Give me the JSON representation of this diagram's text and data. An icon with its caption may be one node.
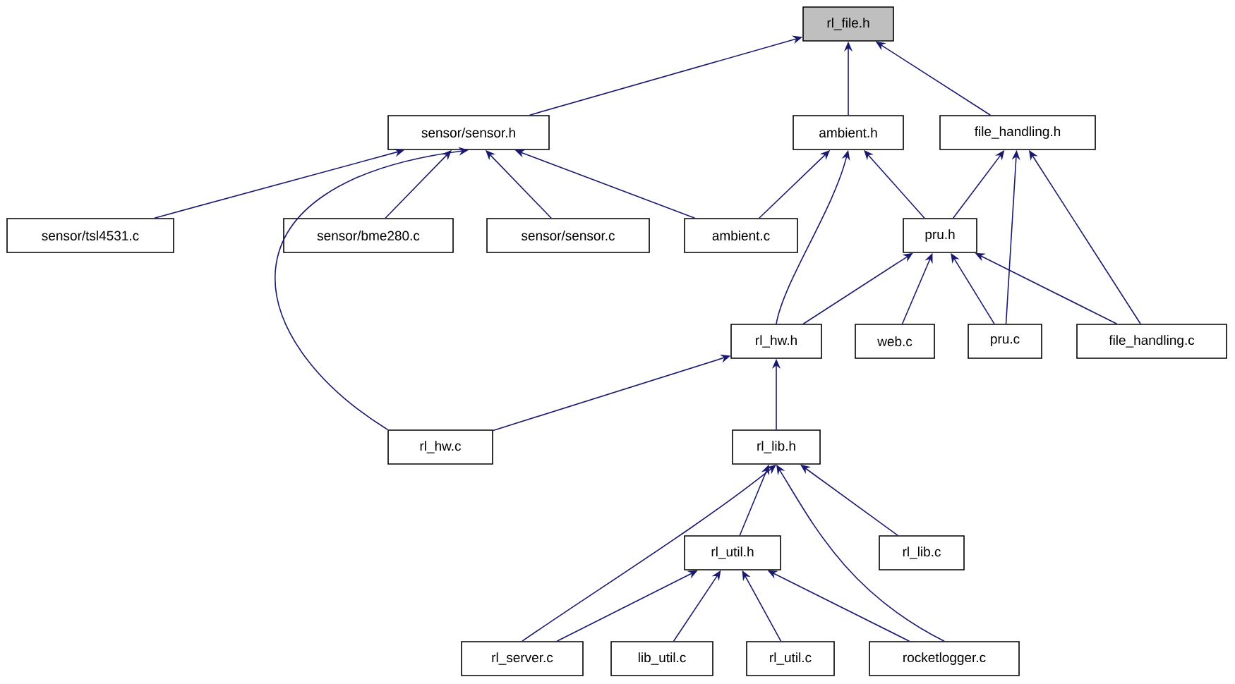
{
  "diagram": {
    "nodes": [
      {
        "text": [
          "rl_file.h"
        ]
      },
      {
        "text": [
          "sensor/sensor.h"
        ]
      },
      {
        "text": [
          "ambient.h"
        ]
      },
      {
        "text": [
          "file_handling.h"
        ]
      },
      {
        "text": [
          "sensor/tsl4531.c"
        ]
      },
      {
        "text": [
          "sensor/bme280.c"
        ]
      },
      {
        "text": [
          "sensor/sensor.c"
        ]
      },
      {
        "text": [
          "ambient.c"
        ]
      },
      {
        "text": [
          "pru.h"
        ]
      },
      {
        "text": [
          "rl_hw.h"
        ]
      },
      {
        "text": [
          "web.c"
        ]
      },
      {
        "text": [
          "pru.c"
        ]
      },
      {
        "text": [
          "file_handling.c"
        ]
      },
      {
        "text": [
          "rl_hw.c"
        ]
      },
      {
        "text": [
          "rl_lib.h"
        ]
      },
      {
        "text": [
          "rl_lib.c"
        ]
      },
      {
        "text": [
          "rl_util.h"
        ]
      },
      {
        "text": [
          "rl_server.c"
        ]
      },
      {
        "text": [
          "lib_util.c"
        ]
      },
      {
        "text": [
          "rl_util.c"
        ]
      },
      {
        "text": [
          "rocketlogger.c"
        ]
      }
    ],
    "edges": [
      {
        "from": 1,
        "to": 0,
        "arrow": "to"
      },
      {
        "from": 2,
        "to": 0,
        "arrow": "to"
      },
      {
        "from": 3,
        "to": 0,
        "arrow": "to"
      },
      {
        "from": 4,
        "to": 1,
        "arrow": "to"
      },
      {
        "from": 5,
        "to": 1,
        "arrow": "to"
      },
      {
        "from": 6,
        "to": 1,
        "arrow": "to"
      },
      {
        "from": 7,
        "to": 1,
        "arrow": "to"
      },
      {
        "from": 13,
        "to": 1,
        "arrow": "to"
      },
      {
        "from": 7,
        "to": 2,
        "arrow": "to"
      },
      {
        "from": 8,
        "to": 2,
        "arrow": "to"
      },
      {
        "from": 9,
        "to": 2,
        "arrow": "to"
      },
      {
        "from": 8,
        "to": 3,
        "arrow": "to"
      },
      {
        "from": 11,
        "to": 3,
        "arrow": "to"
      },
      {
        "from": 12,
        "to": 3,
        "arrow": "to"
      },
      {
        "from": 9,
        "to": 8,
        "arrow": "to"
      },
      {
        "from": 10,
        "to": 8,
        "arrow": "to"
      },
      {
        "from": 11,
        "to": 8,
        "arrow": "to"
      },
      {
        "from": 12,
        "to": 8,
        "arrow": "to"
      },
      {
        "from": 13,
        "to": 9,
        "arrow": "to"
      },
      {
        "from": 14,
        "to": 9,
        "arrow": "to"
      },
      {
        "from": 16,
        "to": 14,
        "arrow": "to"
      },
      {
        "from": 17,
        "to": 14,
        "arrow": "to"
      },
      {
        "from": 15,
        "to": 14,
        "arrow": "to"
      },
      {
        "from": 20,
        "to": 14,
        "arrow": "to"
      },
      {
        "from": 17,
        "to": 16,
        "arrow": "to"
      },
      {
        "from": 18,
        "to": 16,
        "arrow": "to"
      },
      {
        "from": 19,
        "to": 16,
        "arrow": "to"
      },
      {
        "from": 20,
        "to": 16,
        "arrow": "to"
      }
    ]
  }
}
